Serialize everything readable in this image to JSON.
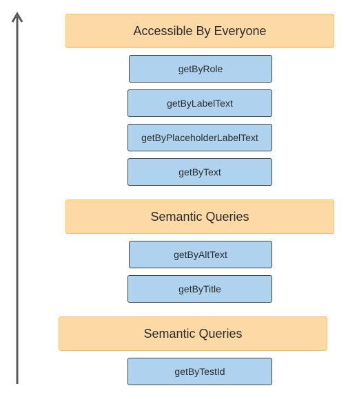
{
  "groups": [
    {
      "label": "Accessible By Everyone"
    },
    {
      "label": "Semantic Queries"
    },
    {
      "label": "Semantic Queries"
    }
  ],
  "queries": [
    {
      "label": "getByRole"
    },
    {
      "label": "getByLabelText"
    },
    {
      "label": "getByPlaceholderLabelText"
    },
    {
      "label": "getByText"
    },
    {
      "label": "getByAltText"
    },
    {
      "label": "getByTitle"
    },
    {
      "label": "getByTestId"
    }
  ],
  "colors": {
    "group_fill": "#fdd9a6",
    "group_border": "#f3c26f",
    "query_fill": "#afd3ef",
    "query_border": "#3d4248",
    "arrow": "#55595e"
  }
}
